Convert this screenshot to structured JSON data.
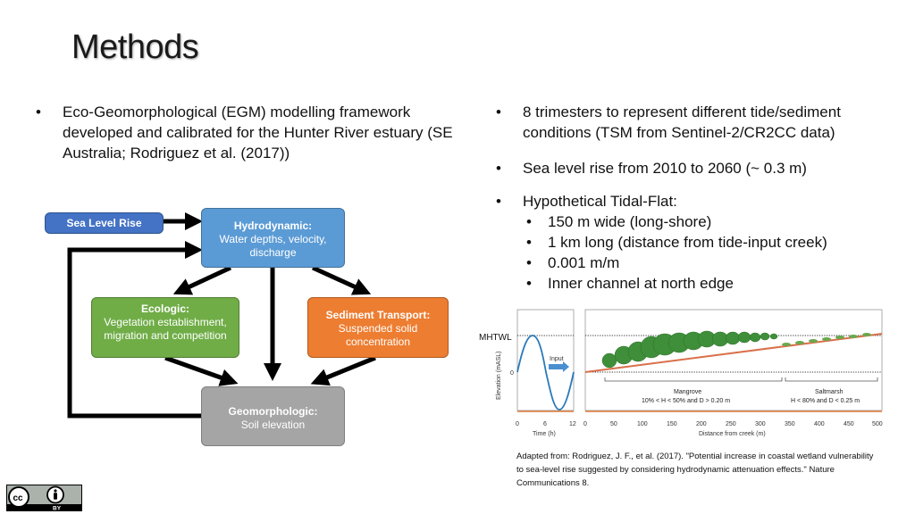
{
  "title": "Methods",
  "left_bullets": [
    "Eco-Geomorphological (EGM) modelling framework developed and calibrated for the Hunter River estuary (SE Australia; Rodriguez et al. (2017))"
  ],
  "right_bullets": [
    "8 trimesters to represent different tide/sediment conditions (TSM from Sentinel-2/CR2CC data)",
    "Sea level rise from 2010 to 2060 (~ 0.3 m)"
  ],
  "tidal_flat": {
    "label": "Hypothetical Tidal-Flat:",
    "items": [
      "150 m wide (long-shore)",
      "1 km long (distance from tide-input creek)",
      "0.001 m/m",
      "Inner channel at north edge"
    ]
  },
  "diagram": {
    "sea_level_rise": "Sea Level Rise",
    "hydrodynamic": {
      "head": "Hydrodynamic:",
      "body": "Water depths, velocity, discharge"
    },
    "ecologic": {
      "head": "Ecologic:",
      "body": "Vegetation establishment, migration and competition"
    },
    "sediment": {
      "head": "Sediment Transport:",
      "body": "Suspended solid concentration"
    },
    "geomorphologic": {
      "head": "Geomorphologic:",
      "body": "Soil elevation"
    },
    "colors": {
      "blue_dark": "#4472c4",
      "blue_light": "#5b9bd5",
      "green": "#70ad47",
      "orange": "#ed7d31",
      "gray": "#a5a5a5"
    }
  },
  "figure": {
    "mhtwl": "MHTWL",
    "ylabel": "Elevation (mASL)",
    "y_zero": "0",
    "input": "Input",
    "time_ticks": [
      "0",
      "6",
      "12"
    ],
    "time_label": "Time (h)",
    "dist_ticks": [
      "0",
      "50",
      "100",
      "150",
      "200",
      "250",
      "300",
      "350",
      "400",
      "450",
      "500"
    ],
    "dist_label": "Distance from creek (m)",
    "mangrove": "Mangrove",
    "mangrove_cond": "10% < H < 50% and D > 0.20 m",
    "saltmarsh": "Saltmarsh",
    "saltmarsh_cond": "H < 80% and D < 0.25 m"
  },
  "citation": "Adapted from: Rodriguez, J. F., et al. (2017). \"Potential increase in coastal wetland vulnerability to sea-level rise suggested by considering hydrodynamic attenuation effects.\" Nature Communications 8.",
  "license": {
    "by": "BY"
  }
}
